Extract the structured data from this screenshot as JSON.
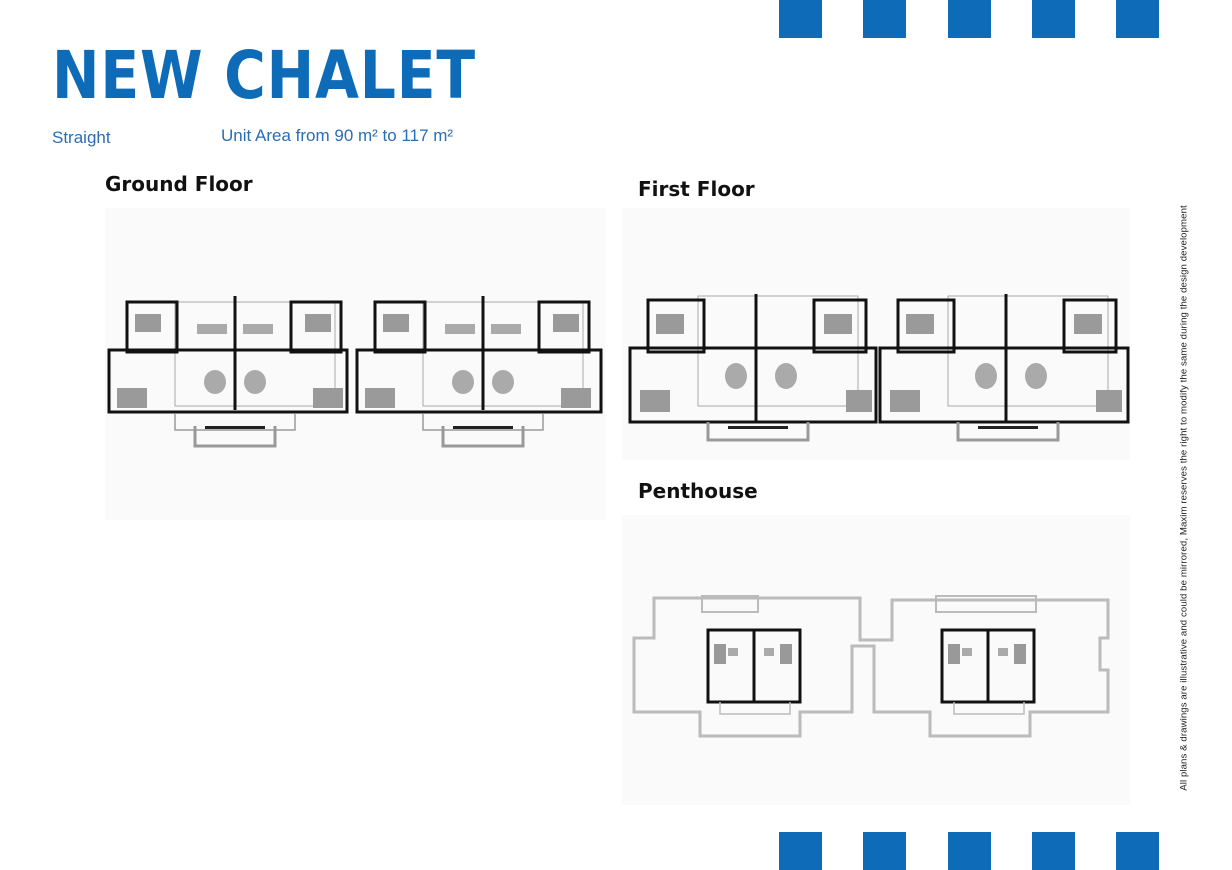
{
  "header": {
    "title": "NEW CHALET",
    "type_label": "Straight",
    "area_text": "Unit Area from 90 m² to 117 m²"
  },
  "floors": {
    "ground": {
      "label": "Ground Floor"
    },
    "first": {
      "label": "First Floor"
    },
    "penthouse": {
      "label": "Penthouse"
    }
  },
  "disclaimer": "All plans & drawings are illustrative and could be mirrored, Maxim reserves the right to modify the same during the design development",
  "colors": {
    "accent": "#0d6bb8",
    "subtitle": "#2a6db3"
  }
}
